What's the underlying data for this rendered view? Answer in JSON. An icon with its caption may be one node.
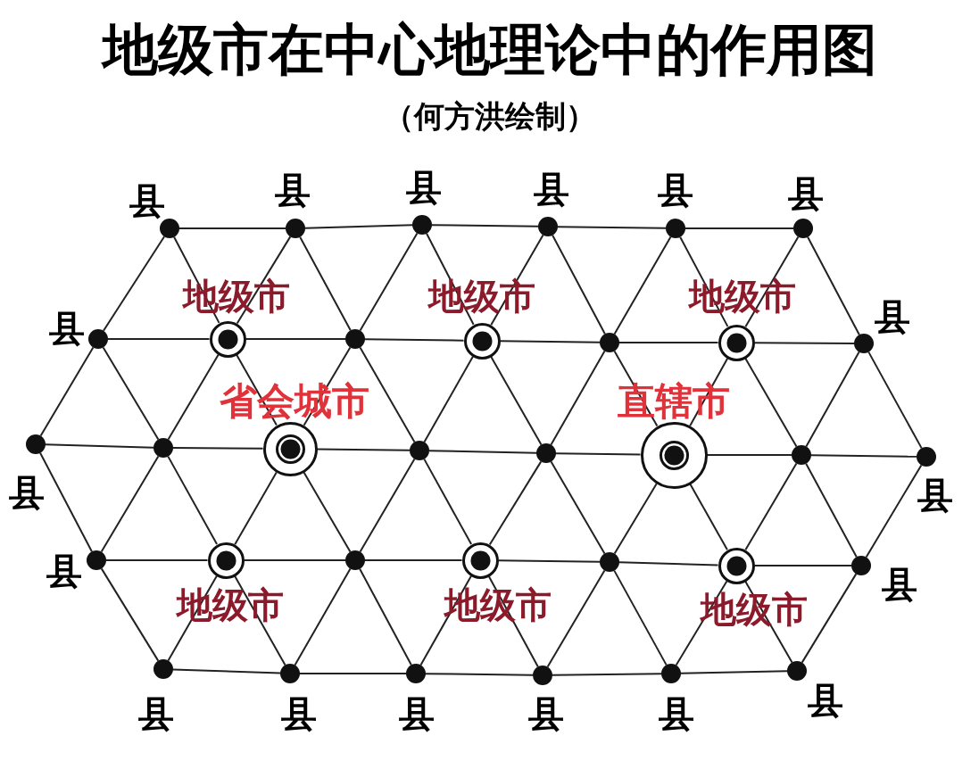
{
  "diagram": {
    "title": "地级市在中心地理论中的作用图",
    "labels": [
      "（何方洪绘制）"
    ],
    "nodes": [
      {
        "text": [],
        "shape": "circle",
        "beside": [
          "县"
        ]
      },
      {
        "text": [],
        "shape": "circle",
        "beside": [
          "县"
        ]
      },
      {
        "text": [],
        "shape": "circle",
        "beside": [
          "县"
        ]
      },
      {
        "text": [],
        "shape": "circle",
        "beside": [
          "县"
        ]
      },
      {
        "text": [],
        "shape": "circle",
        "beside": [
          "县"
        ]
      },
      {
        "text": [],
        "shape": "circle",
        "beside": [
          "县"
        ]
      },
      {
        "text": [],
        "shape": "circle",
        "beside": [
          "县"
        ]
      },
      {
        "text": [],
        "shape": "circle",
        "beside": [
          "地级市"
        ]
      },
      {
        "text": [],
        "shape": "circle"
      },
      {
        "text": [],
        "shape": "circle",
        "beside": [
          "地级市"
        ]
      },
      {
        "text": [],
        "shape": "circle"
      },
      {
        "text": [],
        "shape": "circle",
        "beside": [
          "地级市"
        ]
      },
      {
        "text": [],
        "shape": "circle",
        "beside": [
          "县"
        ]
      },
      {
        "text": [],
        "shape": "circle",
        "beside": [
          "县"
        ]
      },
      {
        "text": [],
        "shape": "circle"
      },
      {
        "text": [],
        "shape": "circle",
        "beside": [
          "省会城市"
        ]
      },
      {
        "text": [],
        "shape": "circle"
      },
      {
        "text": [],
        "shape": "circle"
      },
      {
        "text": [],
        "shape": "circle",
        "beside": [
          "直辖市"
        ]
      },
      {
        "text": [],
        "shape": "circle"
      },
      {
        "text": [],
        "shape": "circle",
        "beside": [
          "县"
        ]
      },
      {
        "text": [],
        "shape": "circle",
        "beside": [
          "县"
        ]
      },
      {
        "text": [],
        "shape": "circle",
        "beside": [
          "地级市"
        ]
      },
      {
        "text": [],
        "shape": "circle"
      },
      {
        "text": [],
        "shape": "circle",
        "beside": [
          "地级市"
        ]
      },
      {
        "text": [],
        "shape": "circle"
      },
      {
        "text": [],
        "shape": "circle",
        "beside": [
          "地级市"
        ]
      },
      {
        "text": [],
        "shape": "circle",
        "beside": [
          "县"
        ]
      },
      {
        "text": [],
        "shape": "circle",
        "beside": [
          "县"
        ]
      },
      {
        "text": [],
        "shape": "circle",
        "beside": [
          "县"
        ]
      },
      {
        "text": [],
        "shape": "circle",
        "beside": [
          "县"
        ]
      },
      {
        "text": [],
        "shape": "circle",
        "beside": [
          "县"
        ]
      },
      {
        "text": [],
        "shape": "circle",
        "beside": [
          "县"
        ]
      },
      {
        "text": [],
        "shape": "circle",
        "beside": [
          "县"
        ]
      }
    ],
    "edges": [
      {
        "from": 0,
        "to": 1,
        "arrow": "none"
      },
      {
        "from": 1,
        "to": 2,
        "arrow": "none"
      },
      {
        "from": 2,
        "to": 3,
        "arrow": "none"
      },
      {
        "from": 3,
        "to": 4,
        "arrow": "none"
      },
      {
        "from": 4,
        "to": 5,
        "arrow": "none"
      },
      {
        "from": 6,
        "to": 7,
        "arrow": "none"
      },
      {
        "from": 7,
        "to": 8,
        "arrow": "none"
      },
      {
        "from": 8,
        "to": 9,
        "arrow": "none"
      },
      {
        "from": 9,
        "to": 10,
        "arrow": "none"
      },
      {
        "from": 10,
        "to": 11,
        "arrow": "none"
      },
      {
        "from": 11,
        "to": 12,
        "arrow": "none"
      },
      {
        "from": 13,
        "to": 14,
        "arrow": "none"
      },
      {
        "from": 14,
        "to": 15,
        "arrow": "none"
      },
      {
        "from": 15,
        "to": 16,
        "arrow": "none"
      },
      {
        "from": 16,
        "to": 17,
        "arrow": "none"
      },
      {
        "from": 17,
        "to": 18,
        "arrow": "none"
      },
      {
        "from": 18,
        "to": 19,
        "arrow": "none"
      },
      {
        "from": 19,
        "to": 20,
        "arrow": "none"
      },
      {
        "from": 21,
        "to": 22,
        "arrow": "none"
      },
      {
        "from": 22,
        "to": 23,
        "arrow": "none"
      },
      {
        "from": 23,
        "to": 24,
        "arrow": "none"
      },
      {
        "from": 24,
        "to": 25,
        "arrow": "none"
      },
      {
        "from": 25,
        "to": 26,
        "arrow": "none"
      },
      {
        "from": 26,
        "to": 27,
        "arrow": "none"
      },
      {
        "from": 28,
        "to": 29,
        "arrow": "none"
      },
      {
        "from": 29,
        "to": 30,
        "arrow": "none"
      },
      {
        "from": 30,
        "to": 31,
        "arrow": "none"
      },
      {
        "from": 31,
        "to": 32,
        "arrow": "none"
      },
      {
        "from": 32,
        "to": 33,
        "arrow": "none"
      },
      {
        "from": 0,
        "to": 6,
        "arrow": "none"
      },
      {
        "from": 0,
        "to": 7,
        "arrow": "none"
      },
      {
        "from": 1,
        "to": 7,
        "arrow": "none"
      },
      {
        "from": 1,
        "to": 8,
        "arrow": "none"
      },
      {
        "from": 2,
        "to": 8,
        "arrow": "none"
      },
      {
        "from": 2,
        "to": 9,
        "arrow": "none"
      },
      {
        "from": 3,
        "to": 9,
        "arrow": "none"
      },
      {
        "from": 3,
        "to": 10,
        "arrow": "none"
      },
      {
        "from": 4,
        "to": 10,
        "arrow": "none"
      },
      {
        "from": 4,
        "to": 11,
        "arrow": "none"
      },
      {
        "from": 5,
        "to": 11,
        "arrow": "none"
      },
      {
        "from": 5,
        "to": 12,
        "arrow": "none"
      },
      {
        "from": 6,
        "to": 13,
        "arrow": "none"
      },
      {
        "from": 6,
        "to": 14,
        "arrow": "none"
      },
      {
        "from": 7,
        "to": 14,
        "arrow": "none"
      },
      {
        "from": 7,
        "to": 15,
        "arrow": "none"
      },
      {
        "from": 8,
        "to": 15,
        "arrow": "none"
      },
      {
        "from": 8,
        "to": 16,
        "arrow": "none"
      },
      {
        "from": 9,
        "to": 16,
        "arrow": "none"
      },
      {
        "from": 9,
        "to": 17,
        "arrow": "none"
      },
      {
        "from": 10,
        "to": 17,
        "arrow": "none"
      },
      {
        "from": 10,
        "to": 18,
        "arrow": "none"
      },
      {
        "from": 11,
        "to": 18,
        "arrow": "none"
      },
      {
        "from": 11,
        "to": 19,
        "arrow": "none"
      },
      {
        "from": 12,
        "to": 19,
        "arrow": "none"
      },
      {
        "from": 12,
        "to": 20,
        "arrow": "none"
      },
      {
        "from": 13,
        "to": 21,
        "arrow": "none"
      },
      {
        "from": 14,
        "to": 21,
        "arrow": "none"
      },
      {
        "from": 14,
        "to": 22,
        "arrow": "none"
      },
      {
        "from": 15,
        "to": 22,
        "arrow": "none"
      },
      {
        "from": 15,
        "to": 23,
        "arrow": "none"
      },
      {
        "from": 16,
        "to": 23,
        "arrow": "none"
      },
      {
        "from": 16,
        "to": 24,
        "arrow": "none"
      },
      {
        "from": 17,
        "to": 24,
        "arrow": "none"
      },
      {
        "from": 17,
        "to": 25,
        "arrow": "none"
      },
      {
        "from": 18,
        "to": 25,
        "arrow": "none"
      },
      {
        "from": 18,
        "to": 26,
        "arrow": "none"
      },
      {
        "from": 19,
        "to": 26,
        "arrow": "none"
      },
      {
        "from": 19,
        "to": 27,
        "arrow": "none"
      },
      {
        "from": 20,
        "to": 27,
        "arrow": "none"
      },
      {
        "from": 21,
        "to": 28,
        "arrow": "none"
      },
      {
        "from": 22,
        "to": 28,
        "arrow": "none"
      },
      {
        "from": 22,
        "to": 29,
        "arrow": "none"
      },
      {
        "from": 23,
        "to": 29,
        "arrow": "none"
      },
      {
        "from": 23,
        "to": 30,
        "arrow": "none"
      },
      {
        "from": 24,
        "to": 30,
        "arrow": "none"
      },
      {
        "from": 24,
        "to": 31,
        "arrow": "none"
      },
      {
        "from": 25,
        "to": 31,
        "arrow": "none"
      },
      {
        "from": 25,
        "to": 32,
        "arrow": "none"
      },
      {
        "from": 26,
        "to": 32,
        "arrow": "none"
      },
      {
        "from": 26,
        "to": 33,
        "arrow": "none"
      },
      {
        "from": 27,
        "to": 33,
        "arrow": "none"
      }
    ]
  }
}
